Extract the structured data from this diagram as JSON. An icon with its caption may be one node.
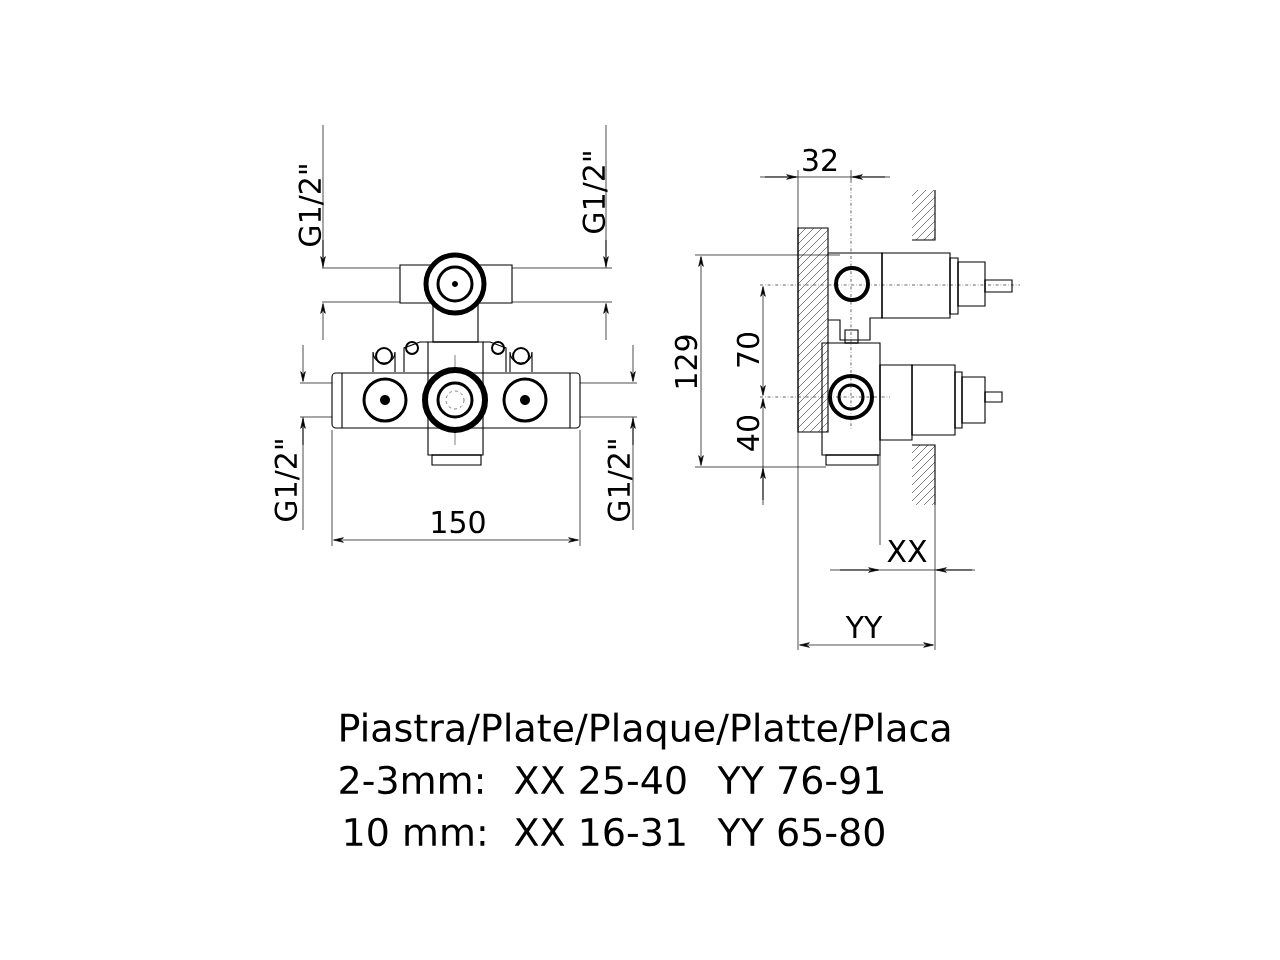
{
  "diagram": {
    "labels": [
      "G1/2\"",
      "G1/2\"",
      "G1/2\"",
      "G1/2\"",
      "150",
      "32",
      "129",
      "70",
      "40",
      "XX",
      "YY",
      "Piastra/Plate/Plaque/Platte/Placa",
      "2-3mm:",
      "XX 25-40",
      "YY 76-91",
      "10 mm:",
      "XX 16-31",
      "YY 65-80"
    ]
  }
}
